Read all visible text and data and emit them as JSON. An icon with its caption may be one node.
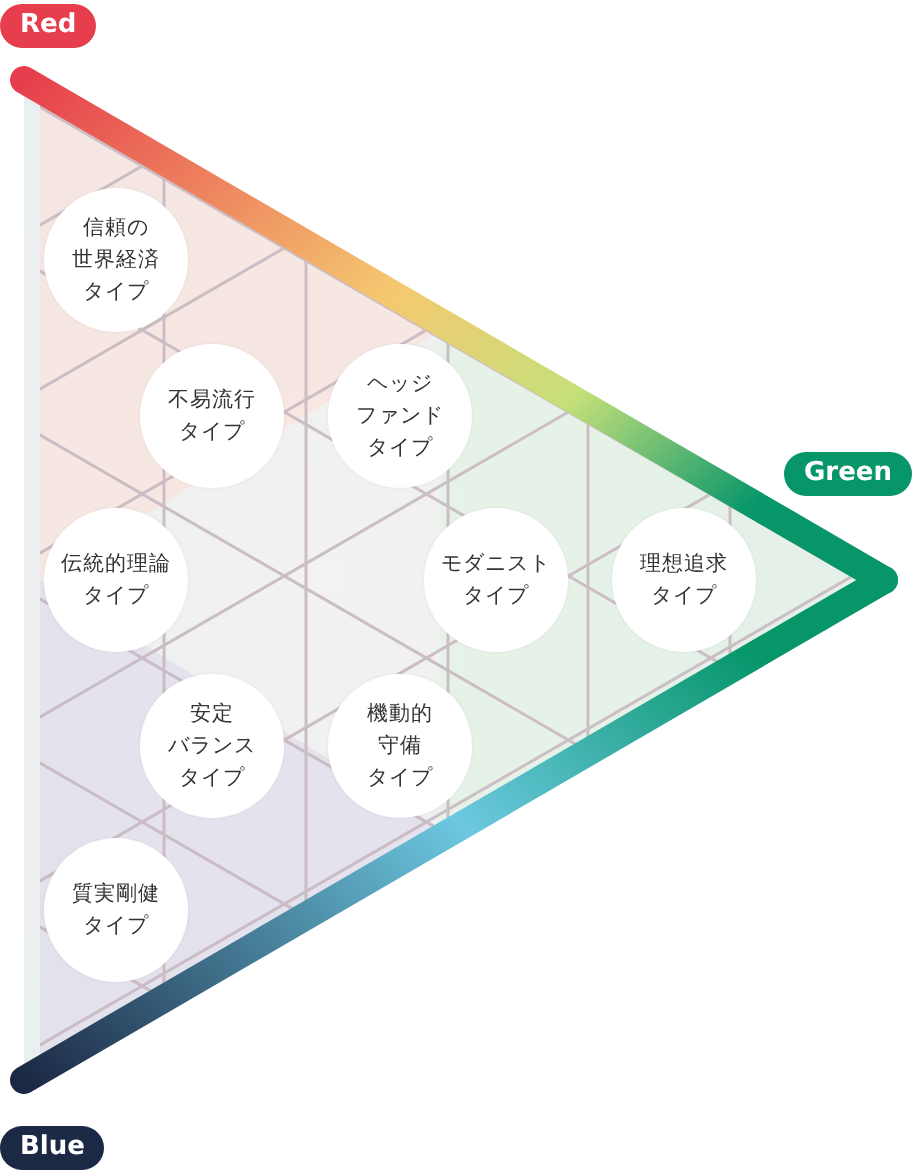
{
  "diagram": {
    "nodes": [
      {
        "text": [
          "信頼の世界経済タイプ"
        ]
      },
      {
        "text": [
          "不易流行タイプ"
        ]
      },
      {
        "text": [
          "ヘッジファンドタイプ"
        ]
      },
      {
        "text": [
          "伝統的理論タイプ"
        ]
      },
      {
        "text": [
          "モダニストタイプ"
        ]
      },
      {
        "text": [
          "理想追求タイプ"
        ]
      },
      {
        "text": [
          "安定バランスタイプ"
        ]
      },
      {
        "text": [
          "機動的守備タイプ"
        ]
      },
      {
        "text": [
          "質実剛健タイプ"
        ]
      }
    ],
    "labels": [
      "Red",
      "Green",
      "Blue"
    ]
  }
}
